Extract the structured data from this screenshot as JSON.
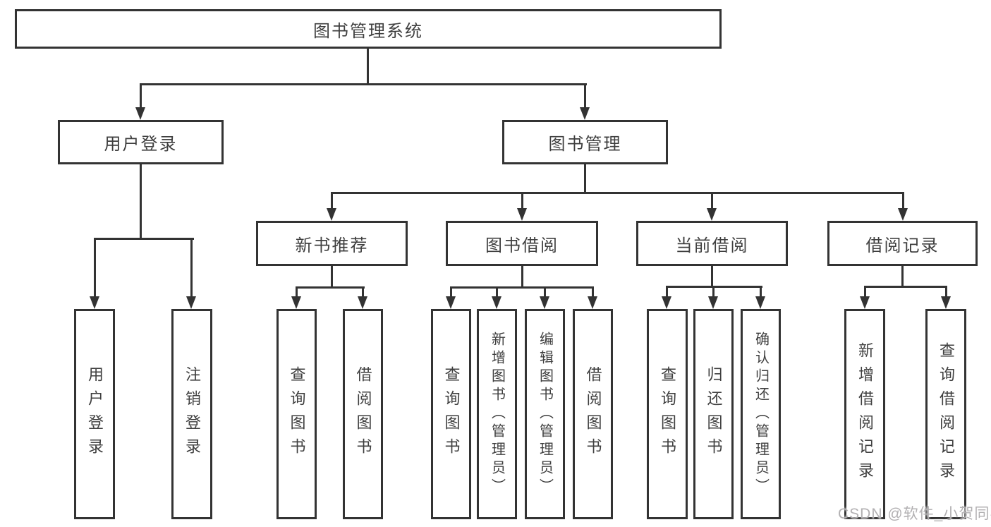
{
  "colors": {
    "line": "#333333",
    "text": "#3f3f3f",
    "watermark": "#b2b0b2",
    "background": "#ffffff"
  },
  "tree": {
    "label": "图书管理系统",
    "children": [
      {
        "label": "用户登录",
        "children": [
          {
            "label": "用户登录"
          },
          {
            "label": "注销登录"
          }
        ]
      },
      {
        "label": "图书管理",
        "children": [
          {
            "label": "新书推荐",
            "children": [
              {
                "label": "查询图书"
              },
              {
                "label": "借阅图书"
              }
            ]
          },
          {
            "label": "图书借阅",
            "children": [
              {
                "label": "查询图书"
              },
              {
                "label": "新增图书（管理员）"
              },
              {
                "label": "编辑图书（管理员）"
              },
              {
                "label": "借阅图书"
              }
            ]
          },
          {
            "label": "当前借阅",
            "children": [
              {
                "label": "查询图书"
              },
              {
                "label": "归还图书"
              },
              {
                "label": "确认归还（管理员）"
              }
            ]
          },
          {
            "label": "借阅记录",
            "children": [
              {
                "label": "新增借阅记录"
              },
              {
                "label": "查询借阅记录"
              }
            ]
          }
        ]
      }
    ]
  },
  "watermark": {
    "text": "CSDN @软件_小贺同学"
  }
}
